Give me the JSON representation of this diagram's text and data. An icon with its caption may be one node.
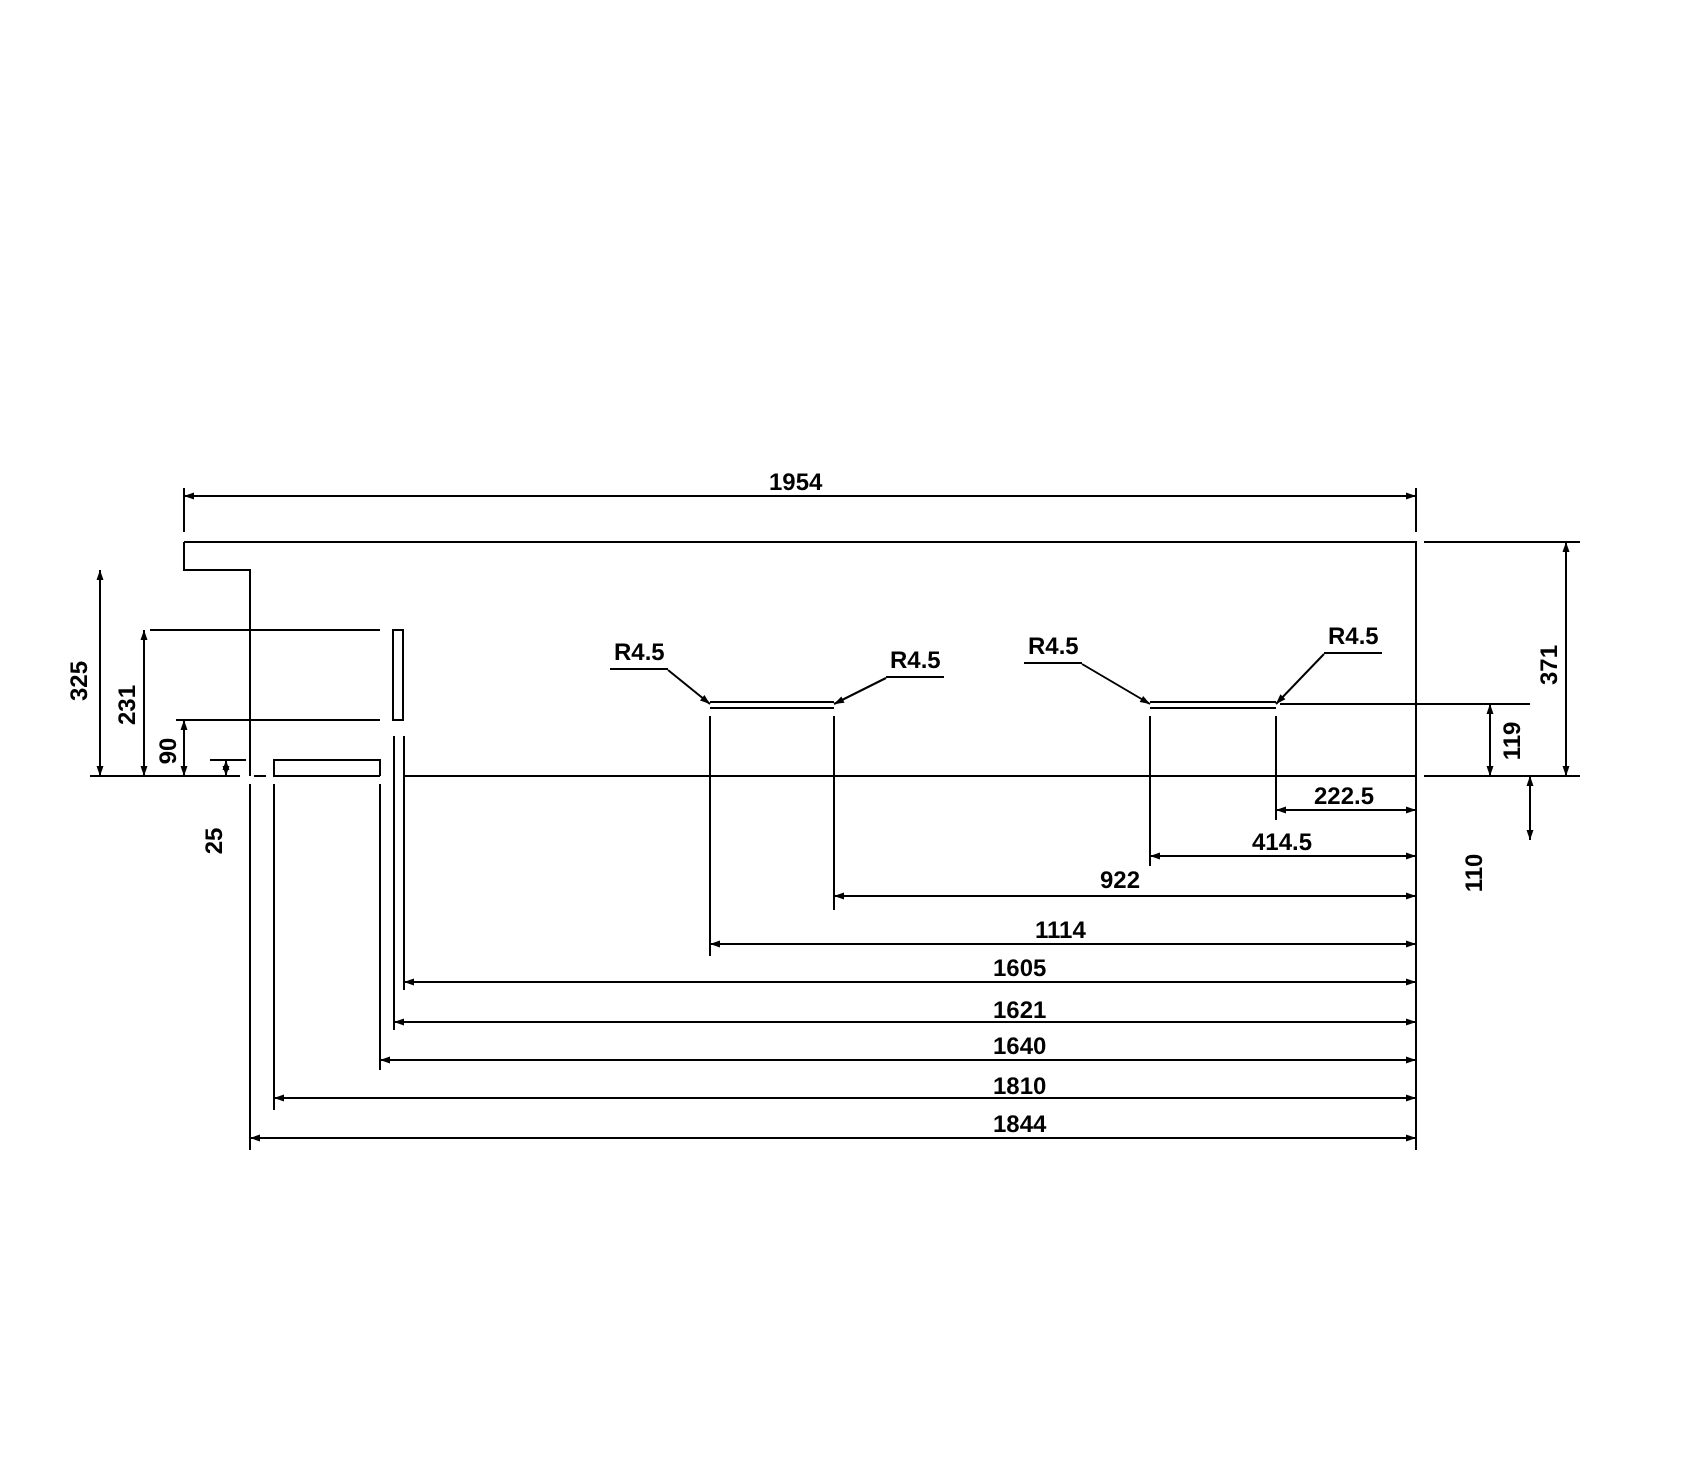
{
  "diagram": {
    "nodes": [
      {
        "text": [
          "R4.5"
        ]
      },
      {
        "text": [
          "R4.5"
        ]
      },
      {
        "text": [
          "R4.5"
        ]
      },
      {
        "text": [
          "R4.5"
        ]
      }
    ],
    "edges": [
      {
        "from": 0,
        "to": null,
        "arrow": "to"
      },
      {
        "from": 1,
        "to": null,
        "arrow": "to"
      },
      {
        "from": 2,
        "to": null,
        "arrow": "to"
      },
      {
        "from": 3,
        "to": null,
        "arrow": "to"
      }
    ],
    "labels": [
      "1954",
      "325",
      "231",
      "371",
      "90",
      "119",
      "222.5",
      "25",
      "414.5",
      "110",
      "922",
      "1114",
      "1605",
      "1621",
      "1640",
      "1810",
      "1844"
    ]
  }
}
